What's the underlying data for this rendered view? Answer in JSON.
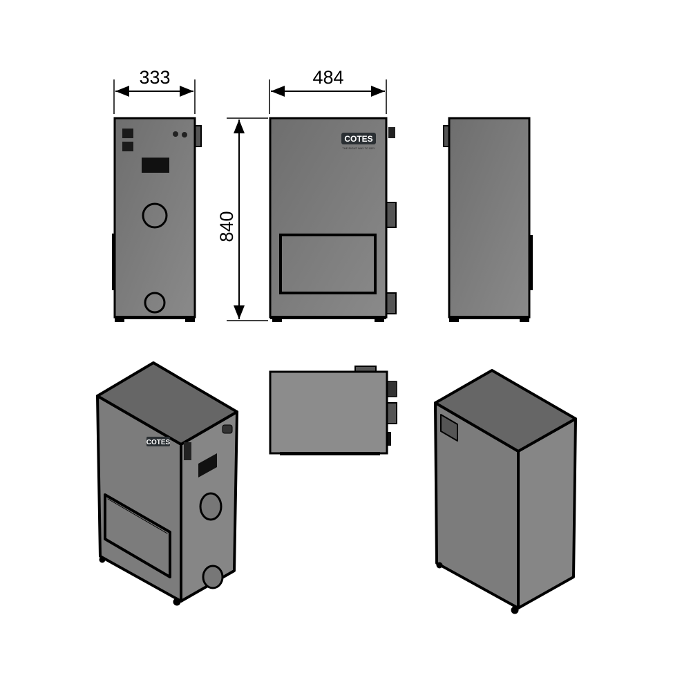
{
  "dimensions": {
    "width_side": "333",
    "width_front": "484",
    "height": "840"
  },
  "logo": {
    "brand": "COTES",
    "tagline": "THE RIGHT WAY TO DRY"
  },
  "colors": {
    "body": "#7a7a7a",
    "top": "#6a6a6a",
    "outline": "#000000"
  }
}
